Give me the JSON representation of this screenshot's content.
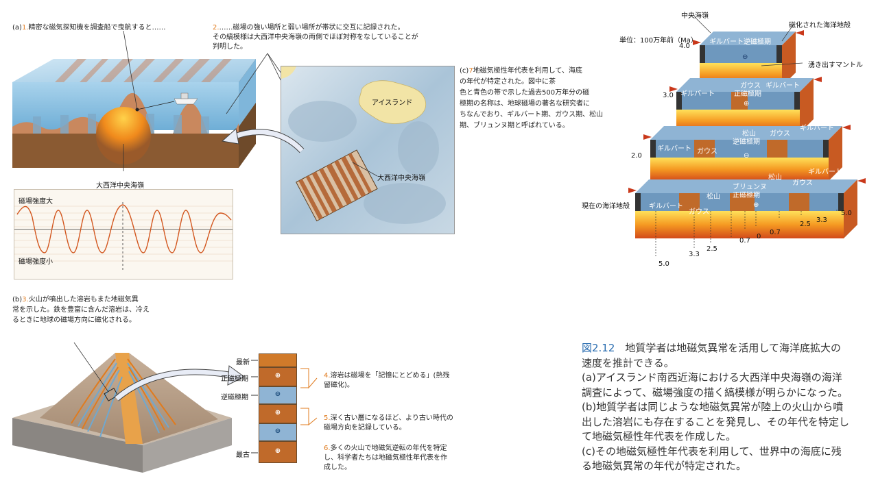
{
  "panel_a": {
    "step1": {
      "prefix": "(a)",
      "num": "1.",
      "text": "精密な磁気探知機を調査船で曳航すると……"
    },
    "step2": {
      "num": "2.",
      "line1": "……磁場の強い場所と弱い場所が帯状に交互に記録された。",
      "line2": "その縞模様は大西洋中央海嶺の両側でほぼ対称をなしていることが",
      "line3": "判明した。"
    },
    "ridge_label": "大西洋中央海嶺",
    "graph_top_label": "磁場強度大",
    "graph_bottom_label": "磁場強度小"
  },
  "map": {
    "iceland_label": "アイスランド",
    "ridge_label": "大西洋中央海嶺"
  },
  "panel_c": {
    "num": "7",
    "prefix": "(c)",
    "lines": [
      "地磁気極性年代表を利用して、海底",
      "の年代が特定された。図中に茶",
      "色と青色の帯で示した過去500万年分の磁",
      "極期の名称は、地球磁場の著名な研究者に",
      "ちなんでおり、ギルバート期、ガウス期、松山",
      "期、ブリュンヌ期と呼ばれている。"
    ]
  },
  "panel_b": {
    "prefix": "(b)",
    "num": "3.",
    "lines": [
      "火山が噴出した溶岩もまた地磁気異",
      "常を示した。鉄を豊富に含んだ溶岩は、冷え",
      "るときに地球の磁場方向に磁化される。"
    ],
    "legend": {
      "newest": "最新",
      "normal": "正磁極期",
      "reverse": "逆磁極期",
      "oldest": "最古"
    },
    "step4": {
      "num": "4.",
      "line1": "溶岩は磁場を「記憶にとどめる」(熱残",
      "line2": "留磁化)。"
    },
    "step5": {
      "num": "5.",
      "line1": "深く古い層になるほど、より古い時代の",
      "line2": "磁場方向を記録している。"
    },
    "step6": {
      "num": "6.",
      "line1": "多くの火山で地磁気逆転の年代を特定",
      "line2": "し、科学者たちは地磁気極性年代表を作",
      "line3": "成した。"
    }
  },
  "ridge_diagram": {
    "title_ridge": "中央海嶺",
    "title_crust": "磁化された海洋地殻",
    "unit": "単位：100万年前（Ma）",
    "mantle": "湧き出すマントル",
    "present": "現在の海洋地殻",
    "ages": [
      "4.0",
      "3.0",
      "2.0"
    ],
    "layer1": {
      "gilbert_rev": "ギルバート逆磁極期"
    },
    "layer2": {
      "gilbert_l": "ギルバート",
      "gauss_a": "ガウス",
      "gauss_b": "正磁極期",
      "gilbert_r": "ギルバート"
    },
    "layer3": {
      "gilbert_l": "ギルバート",
      "gauss_l": "ガウス",
      "matsu_a": "松山",
      "matsu_b": "逆磁極期",
      "gauss_r": "ガウス",
      "gilbert_r": "ギルバート"
    },
    "layer4": {
      "gilbert_l": "ギルバート",
      "gauss_l": "ガウス",
      "matsu_l": "松山",
      "brun_a": "ブリュンヌ",
      "brun_b": "正磁極期",
      "matsu_r": "松山",
      "gauss_r": "ガウス",
      "gilbert_r": "ギルバート"
    },
    "ticks_bottom": [
      "5.0",
      "3.3",
      "2.5",
      "0.7",
      "0",
      "0.7",
      "2.5",
      "3.3",
      "5.0"
    ]
  },
  "caption": {
    "fig": "図2.12",
    "lines": [
      "地質学者は地磁気異常を活用して海洋底拡大の",
      "速度を推計できる。",
      "(a)アイスランド南西近海における大西洋中央海嶺の海洋",
      "調査によって、磁場強度の描く縞模様が明らかになった。",
      "(b)地質学者は同じような地磁気異常が陸上の火山から噴",
      "出した溶岩にも存在することを発見し、その年代を特定し",
      "て地磁気極性年代表を作成した。",
      "(c)その地磁気極性年代表を利用して、世界中の海底に残",
      "る地磁気異常の年代が特定された。"
    ]
  },
  "symbols": {
    "plus": "⊕",
    "minus": "⊖"
  }
}
